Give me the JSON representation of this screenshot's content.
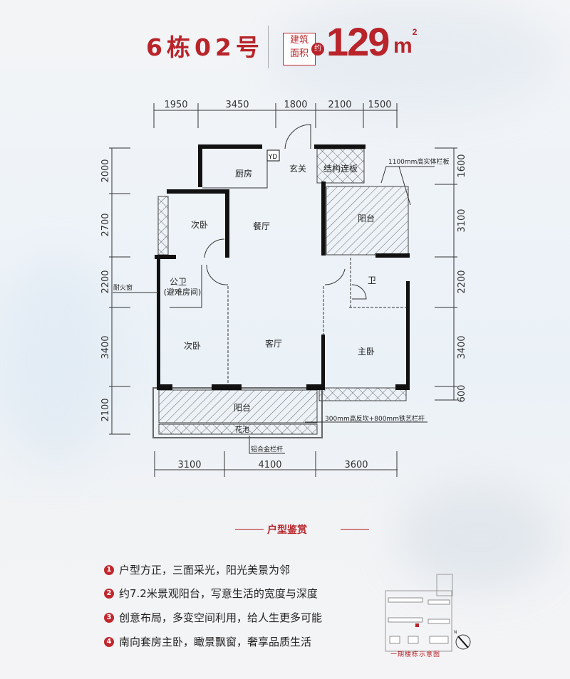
{
  "header": {
    "building": "6栋02号",
    "area_label_line1": "建筑",
    "area_label_line2": "面积",
    "approx": "约",
    "area_value": "129",
    "area_unit": "m",
    "area_unit_sup": "2"
  },
  "plan": {
    "dims_top": [
      "1950",
      "3450",
      "1800",
      "2100",
      "1500"
    ],
    "dims_bottom": [
      "3100",
      "4100",
      "3600"
    ],
    "dims_left": [
      "2000",
      "2700",
      "2200",
      "3400",
      "2100"
    ],
    "dims_right": [
      "1600",
      "3100",
      "2200",
      "3400",
      "600"
    ],
    "rooms": {
      "kitchen": "厨房",
      "entry": "玄关",
      "struct_slab": "结构连板",
      "balcony_ne": "阳台",
      "bedroom_n": "次卧",
      "dining": "餐厅",
      "public_bath": "公卫",
      "refuge": "(避难房间)",
      "bath": "卫",
      "bedroom_s": "次卧",
      "living": "客厅",
      "master": "主卧",
      "balcony_s": "阳台",
      "planter": "花池",
      "yd": "YD"
    },
    "notes": {
      "rail_1100": "1100mm高实体栏板",
      "fire_window": "耐火窗",
      "rail_300": "300mm高反坎+800mm铁艺栏杆",
      "alu_rail": "铝合金栏杆"
    }
  },
  "features": {
    "title": "户型鉴赏",
    "items": [
      {
        "num": "1",
        "text": "户型方正，三面采光，阳光美景为邻"
      },
      {
        "num": "2",
        "text": "约7.2米景观阳台，写意生活的宽度与深度"
      },
      {
        "num": "3",
        "text": "创意布局，多变空间利用，给人生更多可能"
      },
      {
        "num": "4",
        "text": "南向套房主卧，瞰景飘窗，奢享品质生活"
      }
    ]
  },
  "site_map": {
    "caption": "一期楼栋示意图",
    "north": "N"
  },
  "colors": {
    "brand_red": "#b8242a"
  }
}
